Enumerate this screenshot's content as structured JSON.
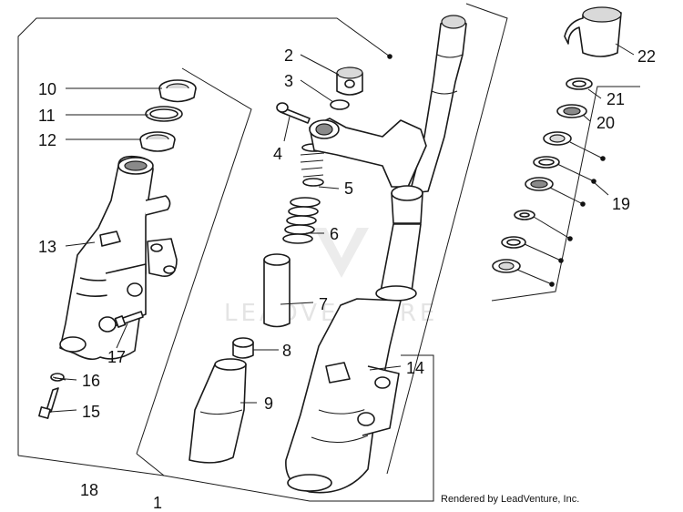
{
  "watermark": {
    "text": "LEADVENTURE"
  },
  "credit": "Rendered by LeadVenture, Inc.",
  "callouts": [
    {
      "id": "c1",
      "label": "1"
    },
    {
      "id": "c2",
      "label": "2"
    },
    {
      "id": "c3",
      "label": "3"
    },
    {
      "id": "c4",
      "label": "4"
    },
    {
      "id": "c5",
      "label": "5"
    },
    {
      "id": "c6",
      "label": "6"
    },
    {
      "id": "c7",
      "label": "7"
    },
    {
      "id": "c8",
      "label": "8"
    },
    {
      "id": "c9",
      "label": "9"
    },
    {
      "id": "c10",
      "label": "10"
    },
    {
      "id": "c11",
      "label": "11"
    },
    {
      "id": "c12",
      "label": "12"
    },
    {
      "id": "c13",
      "label": "13"
    },
    {
      "id": "c14",
      "label": "14"
    },
    {
      "id": "c15",
      "label": "15"
    },
    {
      "id": "c16",
      "label": "16"
    },
    {
      "id": "c17",
      "label": "17"
    },
    {
      "id": "c18",
      "label": "18"
    },
    {
      "id": "c19",
      "label": "19"
    },
    {
      "id": "c20",
      "label": "20"
    },
    {
      "id": "c21",
      "label": "21"
    },
    {
      "id": "c22",
      "label": "22"
    }
  ]
}
